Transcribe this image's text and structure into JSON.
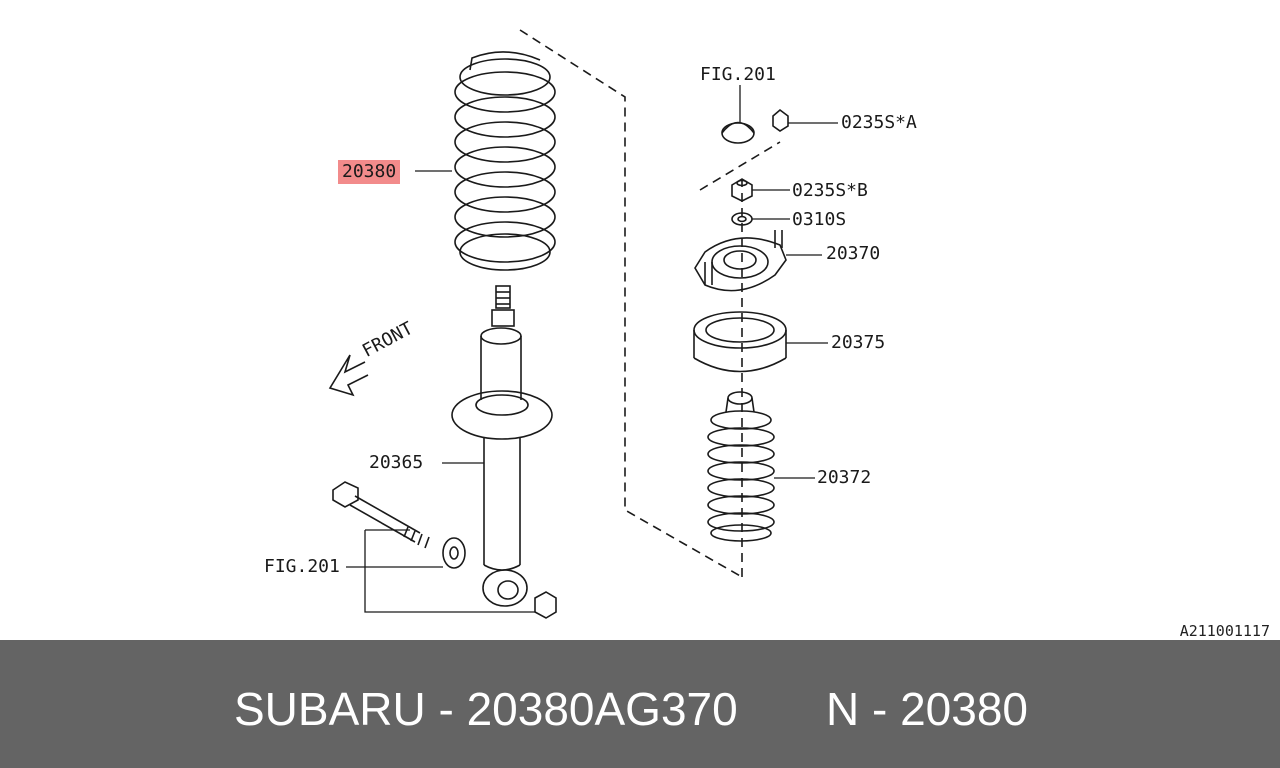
{
  "callouts": {
    "spring": "20380",
    "shock": "20365",
    "fig_top": "FIG.201",
    "fig_bottom": "FIG.201",
    "nut_a": "0235S*A",
    "nut_b": "0235S*B",
    "washer": "0310S",
    "mount": "20370",
    "seat": "20375",
    "boot": "20372",
    "front": "FRONT"
  },
  "diagram_code": "A211001117",
  "footer": {
    "brand_part": "SUBARU - 20380AG370",
    "ref": "N - 20380"
  },
  "colors": {
    "highlight": "#f28b8b",
    "footer_bg": "#646464",
    "line": "#1a1a1a"
  }
}
